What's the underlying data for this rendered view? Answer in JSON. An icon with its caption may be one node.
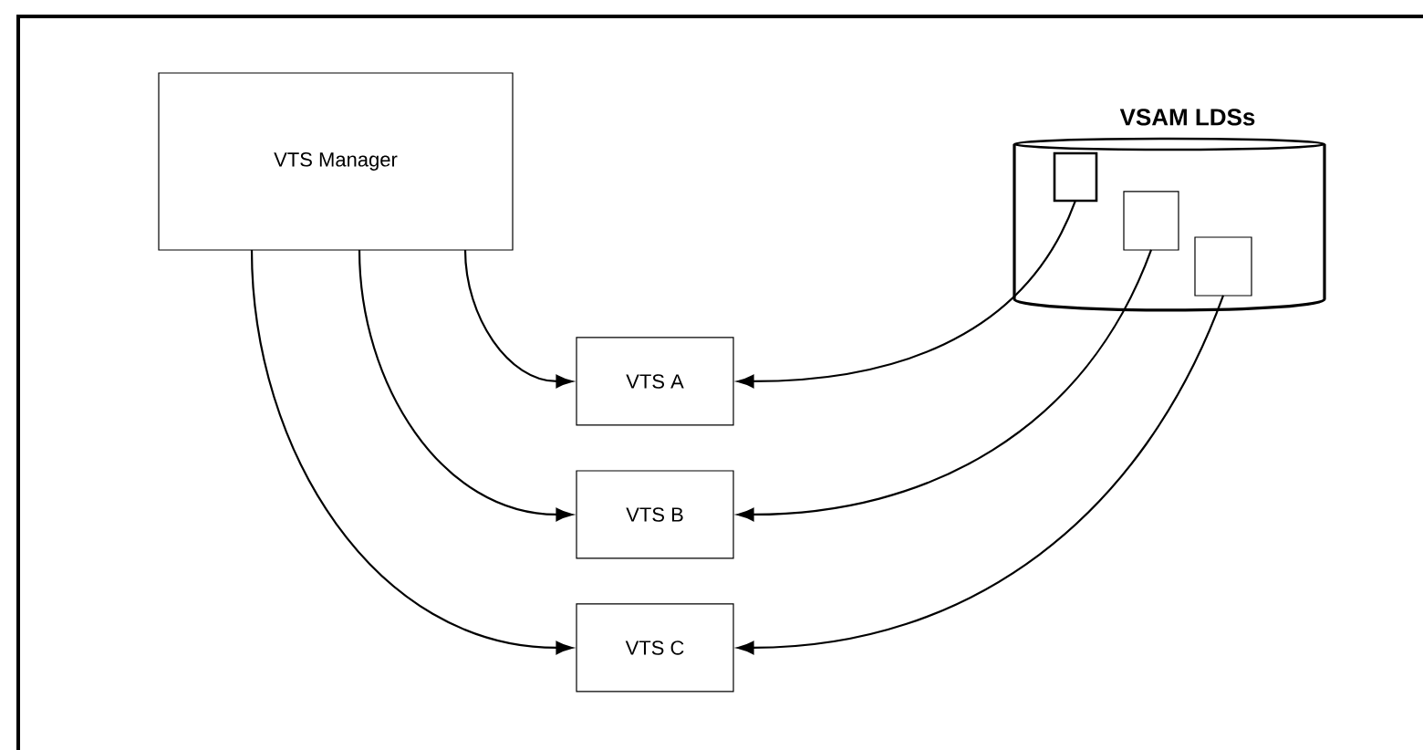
{
  "diagram": {
    "nodes": [
      {
        "text": [
          "VTS Manager"
        ]
      },
      {
        "text": [
          "VSAM LDSs"
        ]
      },
      {
        "text": [],
        "shape": "box",
        "in": 1
      },
      {
        "text": [],
        "shape": "box",
        "in": 1
      },
      {
        "text": [],
        "shape": "box",
        "in": 1
      },
      {
        "text": [
          "VTS A"
        ]
      },
      {
        "text": [
          "VTS B"
        ]
      },
      {
        "text": [
          "VTS C"
        ]
      }
    ],
    "edges": [
      {
        "from": 0,
        "to": 5,
        "arrow": "to"
      },
      {
        "from": 0,
        "to": 6,
        "arrow": "to"
      },
      {
        "from": 0,
        "to": 7,
        "arrow": "to"
      },
      {
        "from": 2,
        "to": 5,
        "arrow": "to"
      },
      {
        "from": 3,
        "to": 6,
        "arrow": "to"
      },
      {
        "from": 4,
        "to": 7,
        "arrow": "to"
      }
    ]
  }
}
